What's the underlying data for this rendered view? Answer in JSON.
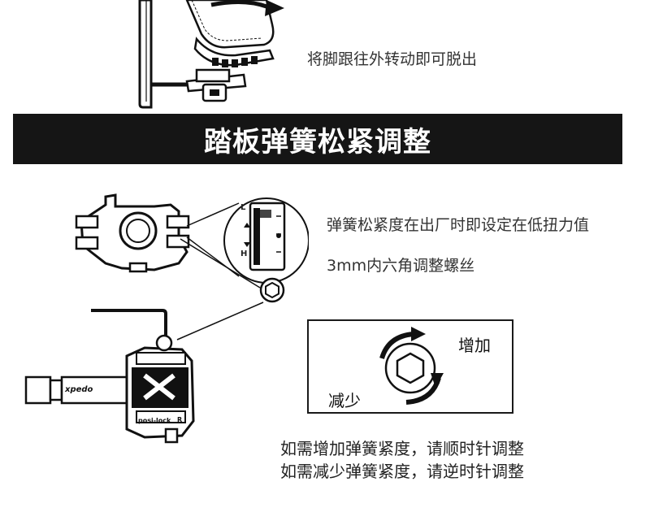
{
  "top_section": {
    "caption": "将脚跟往外转动即可脱出"
  },
  "banner": {
    "title": "踏板弹簧松紧调整"
  },
  "adjust_section": {
    "caption_tension": "弹簧松紧度在出厂时即设定在低扭力值",
    "caption_tool": "3mm内六角调整螺丝",
    "indicator_letters": {
      "low": "L",
      "high": "H"
    },
    "pedal_brand": "xpedo",
    "pedal_model": "posi-lock",
    "pedal_side": "R"
  },
  "knob_diagram": {
    "increase_label": "增加",
    "decrease_label": "减少"
  },
  "instructions": {
    "increase_line": "如需增加弹簧紧度，请顺时针调整",
    "decrease_line": "如需减少弹簧紧度，请逆时针调整"
  },
  "colors": {
    "banner_bg": "#151515",
    "banner_text": "#ffffff",
    "line_art": "#111111"
  }
}
